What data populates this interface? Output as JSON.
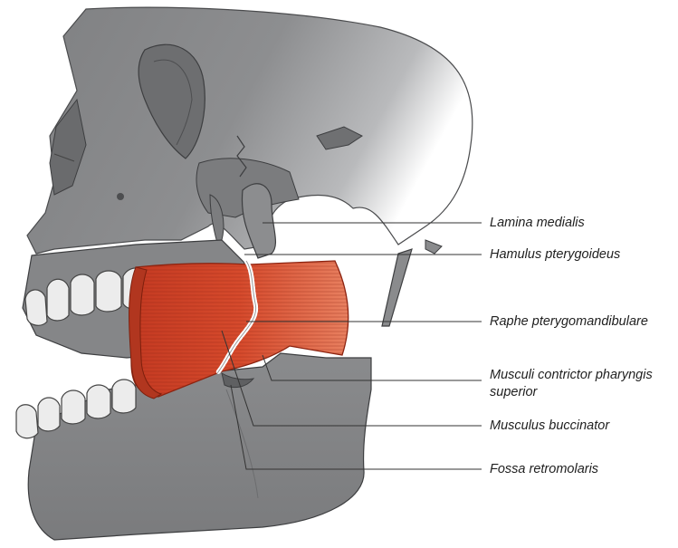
{
  "labels": {
    "lamina_medialis": "Lamina medialis",
    "hamulus_pterygoideus": "Hamulus pterygoideus",
    "raphe_pterygomandibulare": "Raphe pterygomandibulare",
    "musculi_contrictor_line1": "Musculi contrictor pharyngis",
    "musculi_contrictor_line2": "superior",
    "musculus_buccinator": "Musculus buccinator",
    "fossa_retromolaris": "Fossa retromolaris"
  },
  "colors": {
    "bone": "#8e8f91",
    "bone_shadow": "#5f6062",
    "bone_edge": "#3d3e40",
    "teeth": "#e9e9e9",
    "muscle": "#d24a2e",
    "muscle_dark": "#9c2d18",
    "leader_line": "#333333"
  }
}
